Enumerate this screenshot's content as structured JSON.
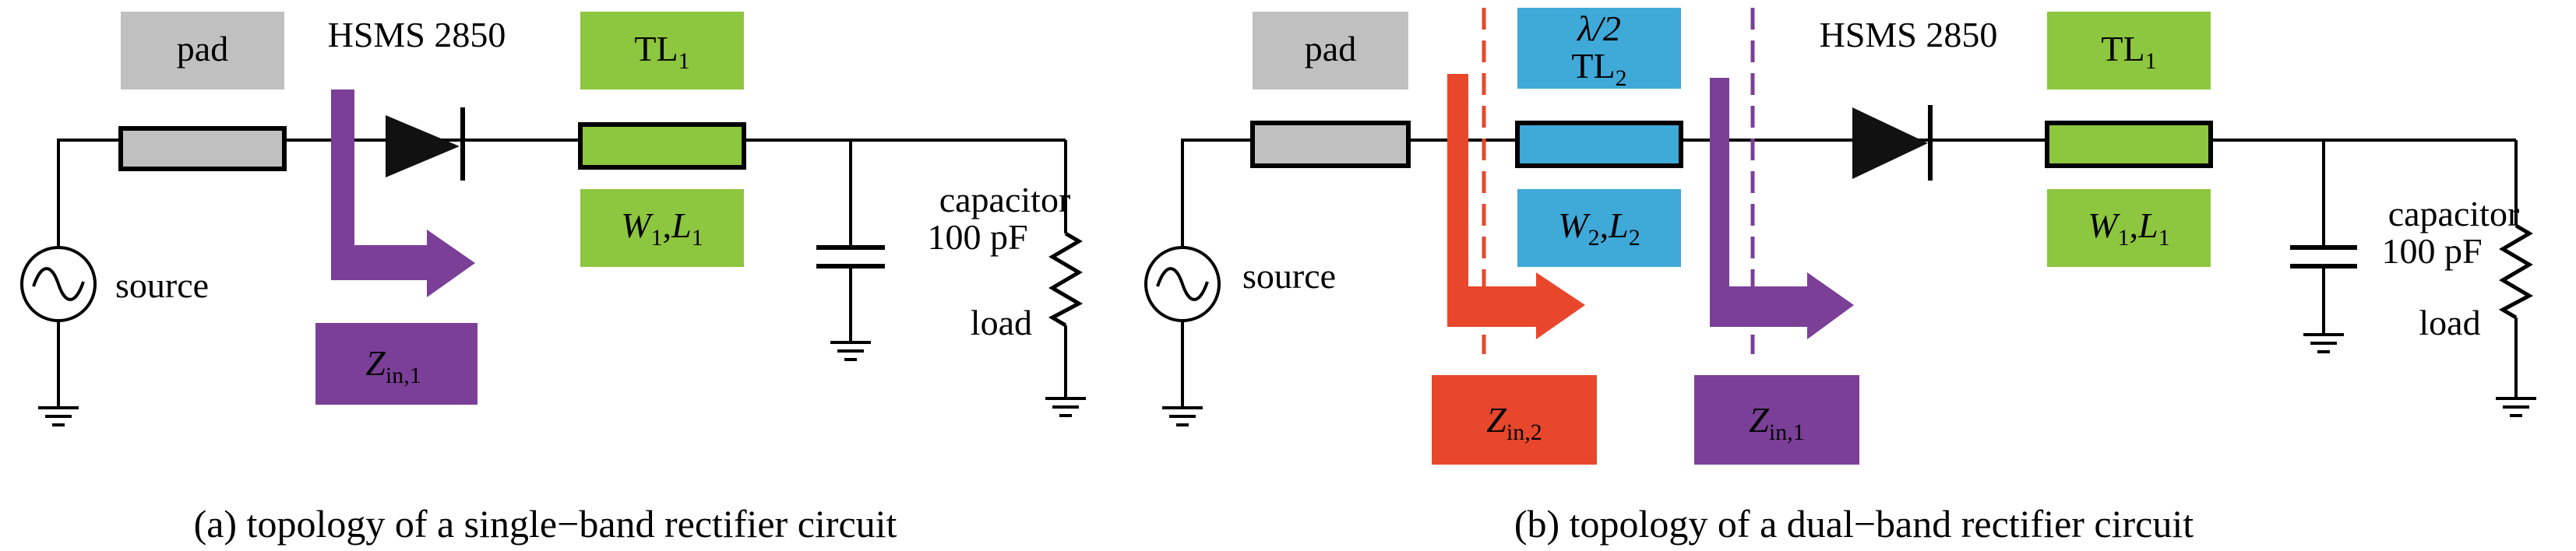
{
  "colors": {
    "pad": "#c0c0c0",
    "tl1": "#8dc63f",
    "tl2": "#3fa9d8",
    "zin1": "#7b3f98",
    "zin2": "#e8472b",
    "wire": "#000000"
  },
  "left": {
    "pad_label": "pad",
    "diode_label": "HSMS 2850",
    "tl1_name": "TL",
    "tl1_sub": "1",
    "w1_letter": "W",
    "w1_sub": "1",
    "w1_sep": ",",
    "l1_letter": "L",
    "l1_sub": "1",
    "zin_letter": "Z",
    "zin_sub": "in,1",
    "capacitor_line1": "capacitor",
    "capacitor_line2": "100 pF",
    "load_label": "load",
    "source_label": "source",
    "caption": "(a) topology of a single−band rectifier circuit"
  },
  "right": {
    "pad_label": "pad",
    "tl2_top": "λ/2",
    "tl2_name": "TL",
    "tl2_sub": "2",
    "w2_letter": "W",
    "w2_sub": "2",
    "w2_sep": ",",
    "l2_letter": "L",
    "l2_sub": "2",
    "diode_label": "HSMS 2850",
    "tl1_name": "TL",
    "tl1_sub": "1",
    "w1_letter": "W",
    "w1_sub": "1",
    "w1_sep": ",",
    "l1_letter": "L",
    "l1_sub": "1",
    "zin2_letter": "Z",
    "zin2_sub": "in,2",
    "zin1_letter": "Z",
    "zin1_sub": "in,1",
    "capacitor_line1": "capacitor",
    "capacitor_line2": "100 pF",
    "load_label": "load",
    "source_label": "source",
    "caption": "(b) topology of a dual−band rectifier circuit"
  }
}
